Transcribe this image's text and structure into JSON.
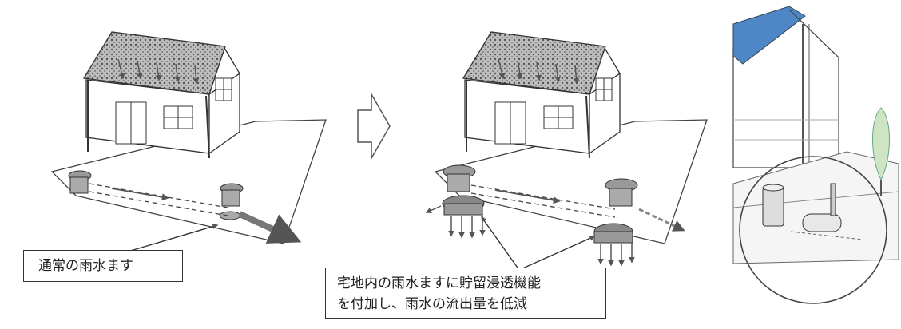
{
  "labels": {
    "normal": "通常の雨水ます",
    "improved_line1": "宅地内の雨水ますに貯留浸透機能",
    "improved_line2": "を付加し、雨水の流出量を低減"
  },
  "colors": {
    "ink": "#333333",
    "roof_blue": "#4f86c6",
    "tree_green": "#cfe3c5",
    "arrow_gray": "#777777",
    "paper": "#ffffff"
  },
  "icons": [
    "house-icon",
    "rain-arrow-icon",
    "transition-arrow-icon",
    "infiltration-basin-icon",
    "tree-icon",
    "tank-icon"
  ]
}
